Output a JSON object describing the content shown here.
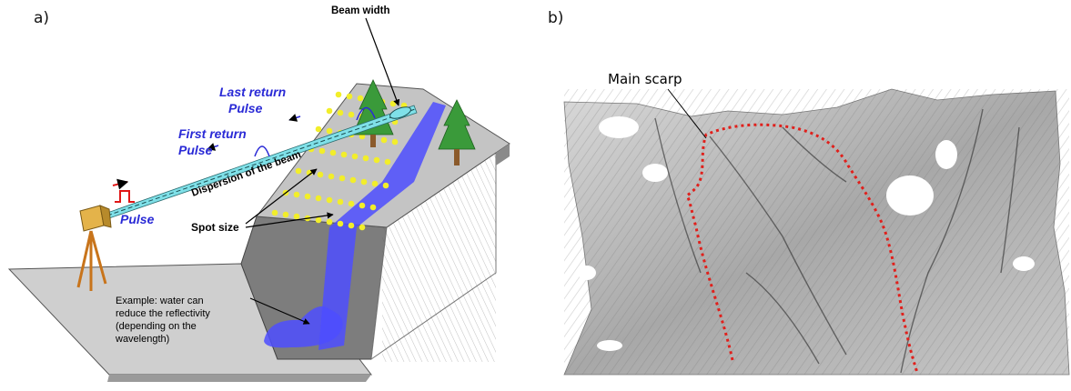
{
  "panel_a": {
    "label": "a)",
    "annotations": {
      "beam_width": "Beam width",
      "last_return_line1": "Last return",
      "last_return_line2": "Pulse",
      "first_return_line1": "First return",
      "first_return_line2": "Pulse",
      "dispersion": "Dispersion of the beam",
      "pulse": "Pulse",
      "spot_size": "Spot size",
      "example_line1": "Example: water can",
      "example_line2": "reduce the reflectivity",
      "example_line3": "(depending on the",
      "example_line4": "wavelength)"
    },
    "colors": {
      "ground": "#cfcfcf",
      "slope": "#8a8a8a",
      "water": "#4d4dff",
      "spots": "#f2ee2a",
      "beam": "#7fe0e8",
      "tree": "#3a9a3a",
      "pulse_text": "#2a2ad6"
    }
  },
  "panel_b": {
    "label": "b)",
    "annotation": "Main scarp",
    "colors": {
      "scarp_line": "#e0201c",
      "terrain": "#9a9a9a"
    }
  }
}
